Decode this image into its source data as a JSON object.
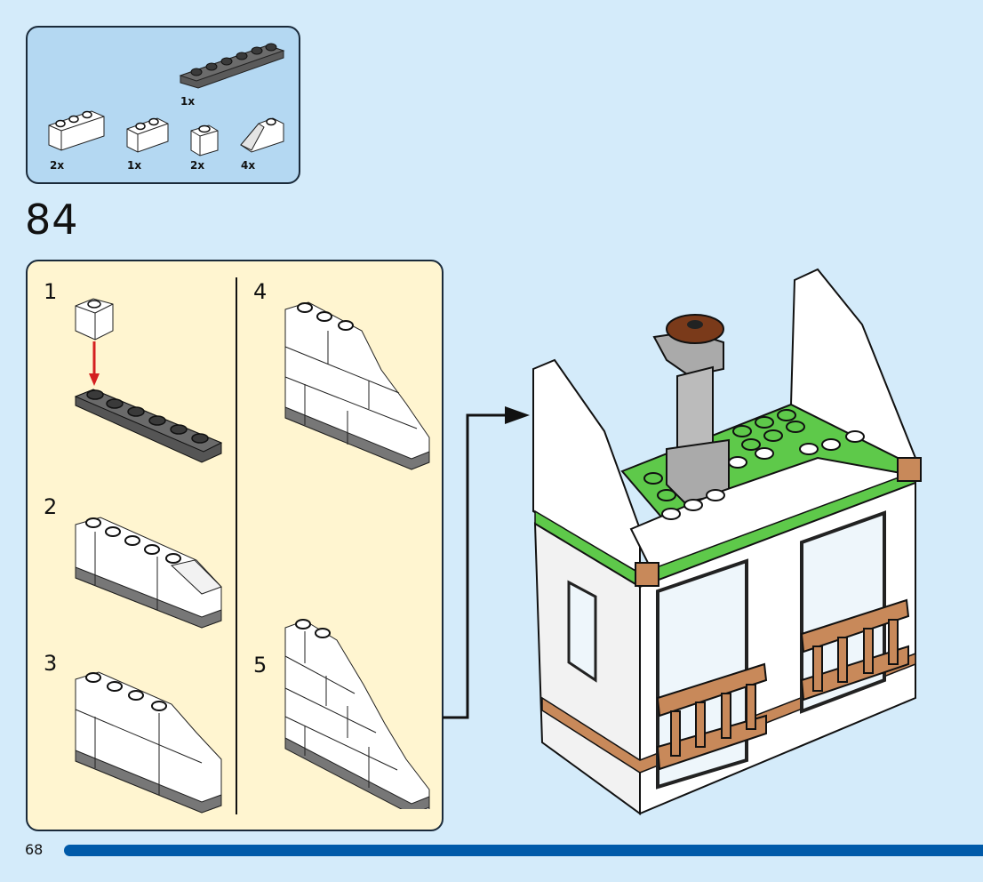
{
  "parts_list": {
    "items": [
      {
        "name": "1x6 plate dark grey",
        "qty": "1x"
      },
      {
        "name": "1x3 brick white",
        "qty": "2x"
      },
      {
        "name": "1x2 brick white",
        "qty": "1x"
      },
      {
        "name": "1x1 brick white",
        "qty": "2x"
      },
      {
        "name": "1x2 slope white",
        "qty": "4x"
      }
    ]
  },
  "step": {
    "number": "84"
  },
  "substeps": [
    {
      "number": "1"
    },
    {
      "number": "2"
    },
    {
      "number": "3"
    },
    {
      "number": "4"
    },
    {
      "number": "5"
    }
  ],
  "colors": {
    "page_bg": "#d4ebfa",
    "parts_bg": "#b4d8f2",
    "substep_bg": "#fff5d0",
    "progress": "#005aa9",
    "arrow_red": "#d42020",
    "green_plate": "#5ec94a",
    "tan_fence": "#c8895a",
    "brown_tile": "#7a3a1a"
  },
  "footer": {
    "page_number": "68",
    "progress_fraction": 1.0
  }
}
